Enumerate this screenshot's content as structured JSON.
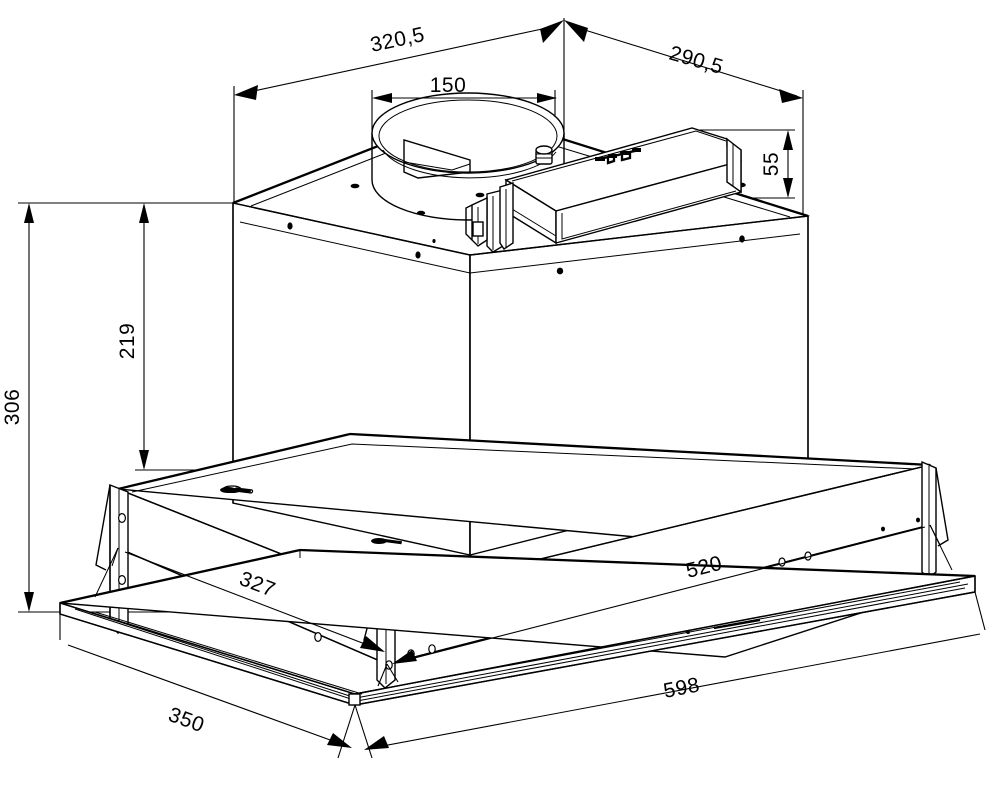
{
  "drawing": {
    "title": "Range Hood Isometric Dimension Drawing",
    "units": "mm",
    "background_color": "#ffffff",
    "line_color": "#000000"
  },
  "dimensions": {
    "top_left_diagonal": "320,5",
    "top_right_diagonal": "290,5",
    "duct_diameter": "150",
    "motor_box_height": "55",
    "total_height": "306",
    "body_height": "219",
    "chassis_depth": "327",
    "chassis_width": "520",
    "flange_depth": "350",
    "flange_width": "598"
  },
  "labels": [
    {
      "id": "dim-320-5",
      "text": "320,5",
      "name": "dimension-label-320-5"
    },
    {
      "id": "dim-290-5",
      "text": "290,5",
      "name": "dimension-label-290-5"
    },
    {
      "id": "dim-150",
      "text": "150",
      "name": "dimension-label-150"
    },
    {
      "id": "dim-55",
      "text": "55",
      "name": "dimension-label-55"
    },
    {
      "id": "dim-306",
      "text": "306",
      "name": "dimension-label-306"
    },
    {
      "id": "dim-219",
      "text": "219",
      "name": "dimension-label-219"
    },
    {
      "id": "dim-327",
      "text": "327",
      "name": "dimension-label-327"
    },
    {
      "id": "dim-520",
      "text": "520",
      "name": "dimension-label-520"
    },
    {
      "id": "dim-350",
      "text": "350",
      "name": "dimension-label-350"
    },
    {
      "id": "dim-598",
      "text": "598",
      "name": "dimension-label-598"
    }
  ],
  "components": {
    "duct_outlet": "circular-duct-outlet",
    "motor_housing": "rectangular-motor-housing",
    "main_body": "main-body-box",
    "chassis": "lower-chassis-box",
    "bottom_flange": "bottom-flange-plate",
    "brackets": "mounting-brackets"
  }
}
